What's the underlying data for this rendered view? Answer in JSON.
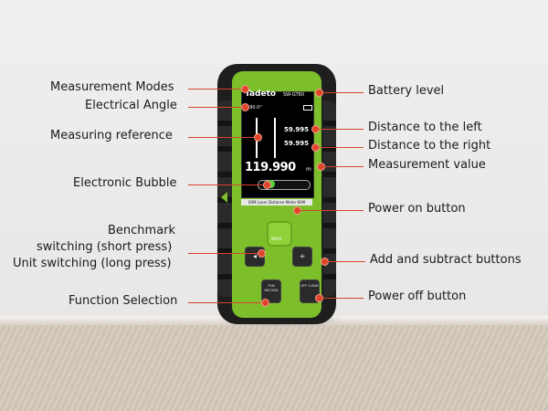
{
  "device": {
    "brand": "Tadeto",
    "model": "SW-GT60",
    "angle": "⊿90.0°",
    "left_value": "59.995",
    "right_value": "59.995",
    "main_value": "119.990",
    "unit": "m",
    "strip": "60M Laser Distance Meter 60M",
    "meas_label": "MEAS",
    "fun_label": "FUN RECORD",
    "off_label": "OFF CLEAR",
    "plus_label": "+",
    "minus_label": "◂"
  },
  "callouts": {
    "measurement_modes": "Measurement Modes",
    "electrical_angle": "Electrical Angle",
    "measuring_reference": "Measuring reference",
    "electronic_bubble": "Electronic Bubble",
    "benchmark": "Benchmark",
    "benchmark_short": "switching (short press)",
    "unit_long": "Unit switching (long press)",
    "function_selection": "Function Selection",
    "battery_level": "Battery level",
    "distance_left": "Distance to the left",
    "distance_right": "Distance to the right",
    "measurement_value": "Measurement value",
    "power_on": "Power on button",
    "add_subtract": "Add and subtract buttons",
    "power_off": "Power off button"
  }
}
